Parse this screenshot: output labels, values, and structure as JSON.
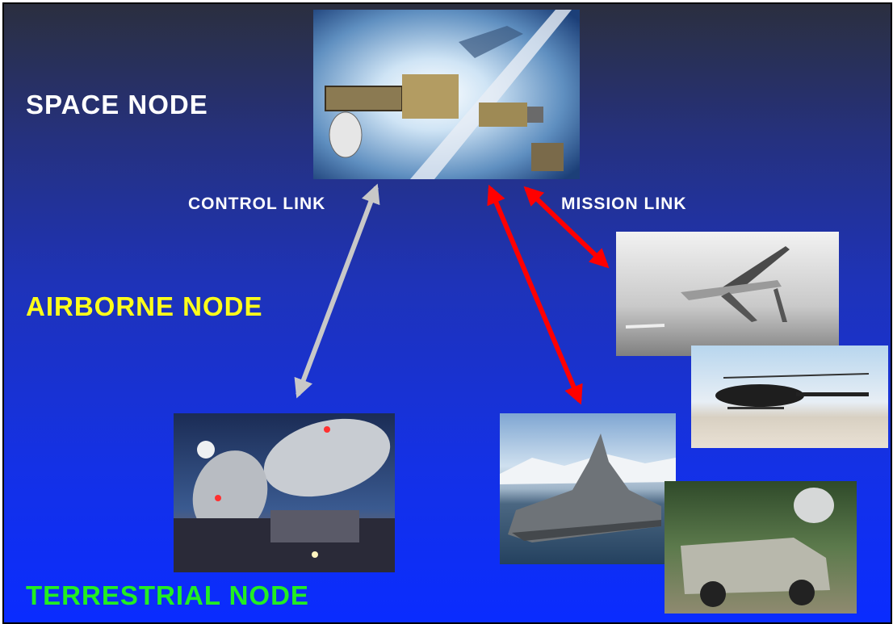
{
  "labels": {
    "space_node": "SPACE NODE",
    "airborne_node": "AIRBORNE NODE",
    "terrestrial_node": "TERRESTRIAL NODE",
    "control_link": "CONTROL LINK",
    "mission_link": "MISSION LINK"
  },
  "colors": {
    "space_node": "#ffffff",
    "airborne_node": "#ffff1a",
    "terrestrial_node": "#22ee22",
    "control_link": "#c8c8c8",
    "mission_link": "#ff0000"
  },
  "images": {
    "satellite": "satellite-photo",
    "uav": "uav-drone-photo",
    "helicopter": "helicopter-photo",
    "ground_station": "satellite-dish-ground-station-photo",
    "ship": "navy-destroyer-ship-photo",
    "vehicle": "humvee-satcom-vehicle-photo"
  }
}
